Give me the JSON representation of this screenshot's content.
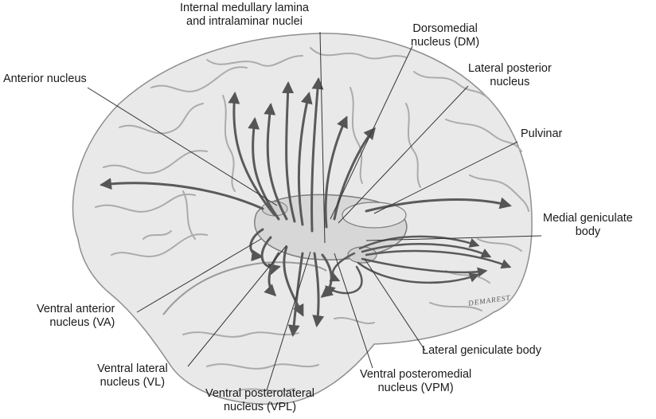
{
  "labels": {
    "internal_medullary": [
      "Internal medullary lamina",
      "and intralaminar nuclei"
    ],
    "dorsomedial": [
      "Dorsomedial",
      "nucleus (DM)"
    ],
    "lateral_posterior": [
      "Lateral posterior",
      "nucleus"
    ],
    "anterior": [
      "Anterior nucleus"
    ],
    "pulvinar": [
      "Pulvinar"
    ],
    "medial_geniculate": [
      "Medial geniculate",
      "body"
    ],
    "ventral_anterior": [
      "Ventral anterior",
      "nucleus (VA)"
    ],
    "lateral_geniculate": [
      "Lateral geniculate body"
    ],
    "ventral_lateral": [
      "Ventral lateral",
      "nucleus (VL)"
    ],
    "ventral_posteromedial": [
      "Ventral posteromedial",
      "nucleus (VPM)"
    ],
    "ventral_posterolateral": [
      "Ventral posterolateral",
      "nucleus (VPL)"
    ]
  },
  "signature": "DEMAREST",
  "colors": {
    "brain_fill": "#e9e9e9",
    "gyrus_line": "#a8a8a8",
    "arrow": "#555555",
    "leader": "#333333",
    "text": "#1a1a1a"
  }
}
